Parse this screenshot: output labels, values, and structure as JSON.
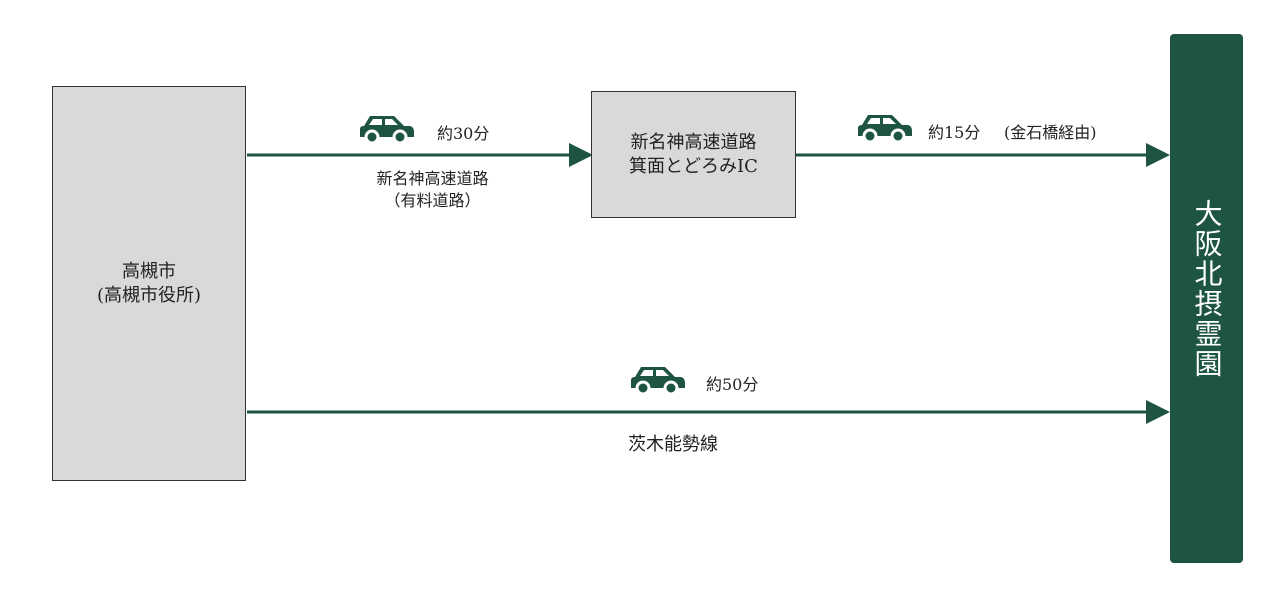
{
  "origin": {
    "line1": "高槻市",
    "line2": "(高槻市役所)"
  },
  "interchange": {
    "line1": "新名神高速道路",
    "line2": "箕面とどろみIC"
  },
  "destination": "大阪北摂霊園",
  "routes": [
    {
      "time": "約30分",
      "road_line1": "新名神高速道路",
      "road_line2": "（有料道路）"
    },
    {
      "time": "約15分",
      "note": "(金石橋経由)"
    },
    {
      "time": "約50分",
      "road": "茨木能勢線"
    }
  ],
  "icons": {
    "car": "car-icon"
  },
  "colors": {
    "accent": "#1d5443",
    "box": "#d9d9d9"
  }
}
